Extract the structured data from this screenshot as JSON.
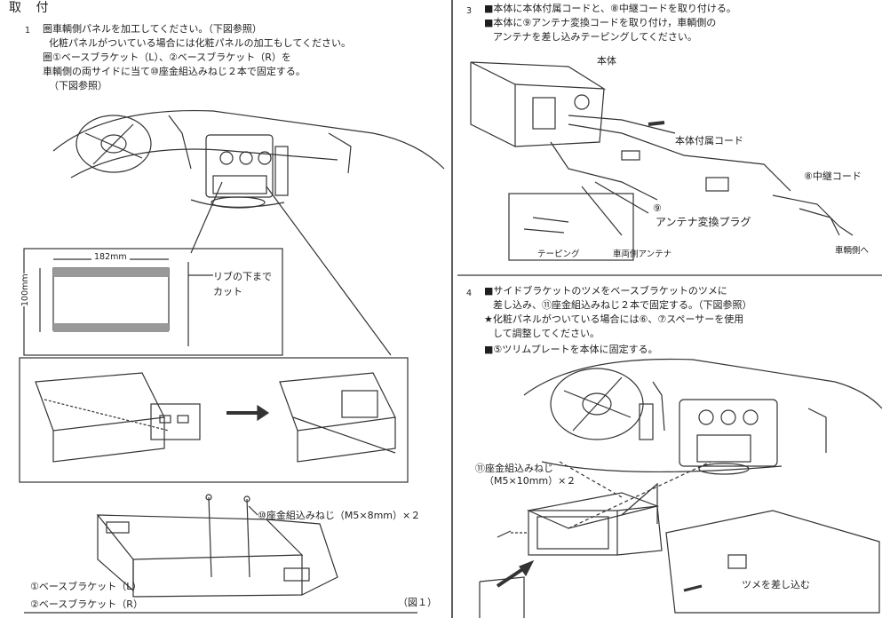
{
  "left": {
    "heading": "取 付",
    "step1": {
      "num": "1",
      "line1": "圏車輌側パネルを加工してください。（下図参照）",
      "line2": "化粧パネルがついている場合には化粧パネルの加工もしてください。",
      "line3": "圏①ベースブラケット（L）、②ベースブラケット（R）を",
      "line4": "車輌側の両サイドに当て⑩座金組込みねじ２本で固定する。",
      "line5": "（下図参照）"
    },
    "cut_dim_w": "182mm",
    "cut_dim_h": "100mm",
    "cut_note_1": "リブの下まで",
    "cut_note_2": "カット",
    "screw_label": "⑩座金組込みねじ（M5×8mm）×２",
    "bracket_l": "①ベースブラケット（L）",
    "bracket_r": "②ベースブラケット（R）",
    "fig_label": "（図１）"
  },
  "right": {
    "step3": {
      "num": "3",
      "line1": "■本体に本体付属コードと、⑧中継コードを取り付ける。",
      "line2": "■本体に⑨アンテナ変換コードを取り付け，車輌側の",
      "line3": "アンテナを差し込みテーピングしてください。"
    },
    "unit_label": "本体",
    "unit_cord": "本体付属コード",
    "relay_cord": "⑧中継コード",
    "antenna_num": "⑨",
    "antenna_plug": "アンテナ変換プラグ",
    "taping": "テーピング",
    "vehicle_antenna": "車両側アンテナ",
    "to_vehicle": "車輌側へ",
    "step4": {
      "num": "4",
      "line1": "■サイドブラケットのツメをベースブラケットのツメに",
      "line2": "差し込み、⑪座金組込みねじ２本で固定する。（下図参照）",
      "line3": "★化粧パネルがついている場合には⑥、⑦スペーサーを使用",
      "line4": "して調整してください。",
      "line5": "■⑤ツリムプレートを本体に固定する。"
    },
    "screw2_line1": "⑪座金組込みねじ",
    "screw2_line2": "（M5×10mm）×２",
    "tab_insert": "ツメを差し込む"
  }
}
